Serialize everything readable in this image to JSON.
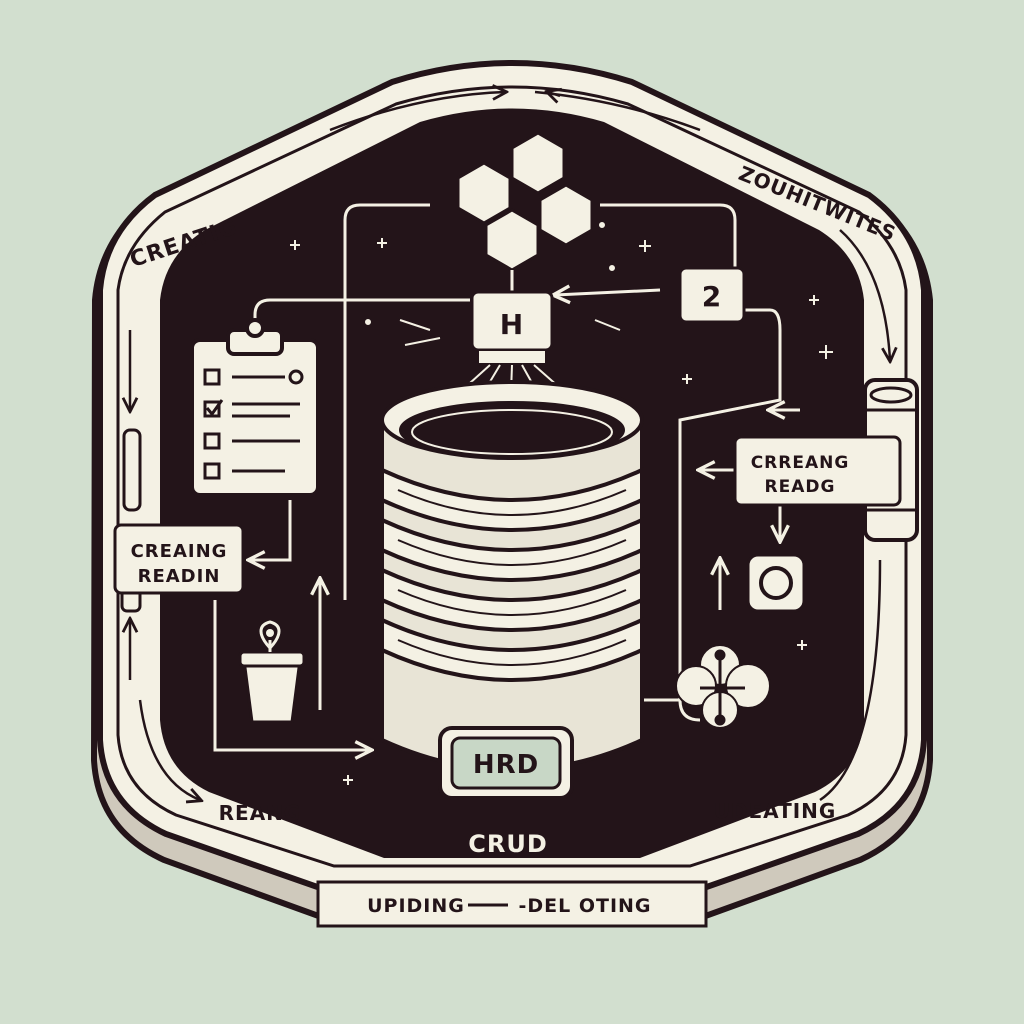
{
  "colors": {
    "background": "#d2dfcf",
    "panel": "#231419",
    "frame": "#f4f1e4",
    "ink": "#231419",
    "accent": "#c8d7c6"
  },
  "labels": {
    "top_left": "CREATIG",
    "top_right": "ZOUHITWITES",
    "left_box_line1": "CREAING",
    "left_box_line2": "READIN",
    "right_box_line1": "CRREANG",
    "right_box_line2": "READG",
    "hub_top": "H",
    "badge_number": "2",
    "db_badge": "HRD",
    "center_bottom": "CRUD",
    "bottom_left": "REANG",
    "bottom_right": "UDEATING",
    "footer_left": "UPIDING",
    "footer_right": "-DEL OTING"
  },
  "icons": [
    "hexagon-cluster-icon",
    "clipboard-checklist-icon",
    "flower-pot-pin-icon",
    "database-cylinder-icon",
    "target-ring-icon",
    "node-network-icon",
    "sparkle-icon",
    "arrow-icon"
  ]
}
